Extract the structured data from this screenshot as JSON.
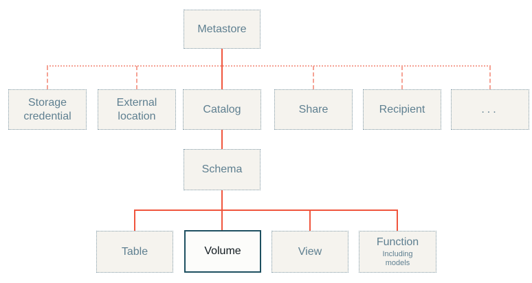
{
  "colors": {
    "page-bg": "#ffffff",
    "node-bg": "#f5f3ee",
    "node-border": "#7f99a7",
    "node-text": "#5e7f90",
    "highlight-border": "#1d4f60",
    "highlight-bg": "#fcfcfa",
    "highlight-text": "#10191e",
    "line-solid": "#f0543c",
    "line-dashed": "#f5a193"
  },
  "nodes": {
    "metastore": {
      "label": "Metastore"
    },
    "storage_credential": {
      "label": "Storage credential"
    },
    "external_location": {
      "label": "External location"
    },
    "catalog": {
      "label": "Catalog"
    },
    "share": {
      "label": "Share"
    },
    "recipient": {
      "label": "Recipient"
    },
    "more": {
      "label": "..."
    },
    "schema": {
      "label": "Schema"
    },
    "table": {
      "label": "Table"
    },
    "volume": {
      "label": "Volume"
    },
    "view": {
      "label": "View"
    },
    "function": {
      "label": "Function",
      "sublabel": "Including models"
    }
  }
}
